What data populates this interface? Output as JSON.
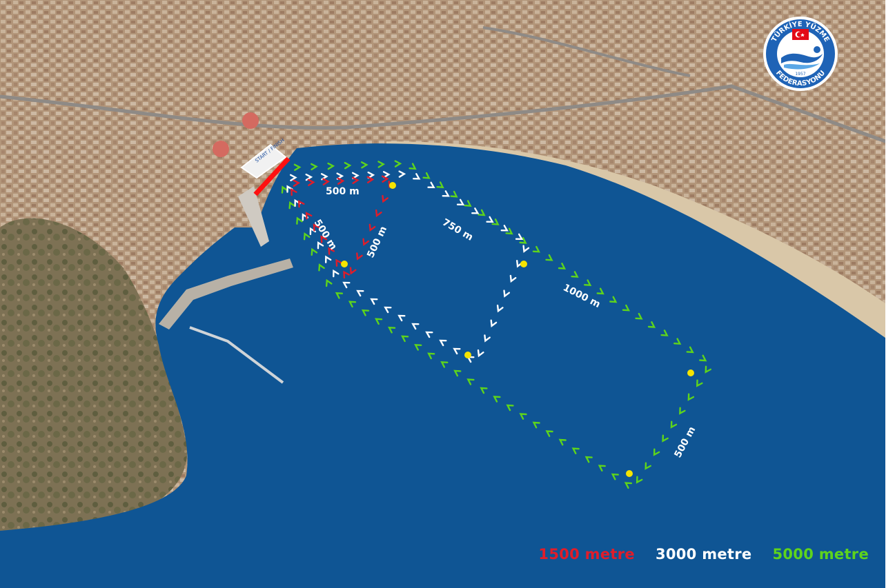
{
  "logo": {
    "text_top": "TÜRKİYE YÜZME",
    "text_bottom": "FEDERASYONU",
    "year": "1957",
    "colors": {
      "ring": "#1f63b6",
      "flag": "#e30a17"
    }
  },
  "distances": [
    "500 m",
    "500 m",
    "500 m",
    "750 m",
    "1000 m",
    "500 m"
  ],
  "start_banner": "START / FINISH",
  "legend": [
    {
      "label": "1500 metre",
      "color": "#e01d2a"
    },
    {
      "label": "3000 metre",
      "color": "#ffffff"
    },
    {
      "label": "5000 metre",
      "color": "#5ed41c"
    }
  ],
  "colors": {
    "sea": "#0f5594",
    "land": "#b79a7d",
    "green_route": "#5ed41c",
    "white_route": "#ffffff",
    "red_route": "#e01d2a",
    "buoy": "#f5e400"
  }
}
